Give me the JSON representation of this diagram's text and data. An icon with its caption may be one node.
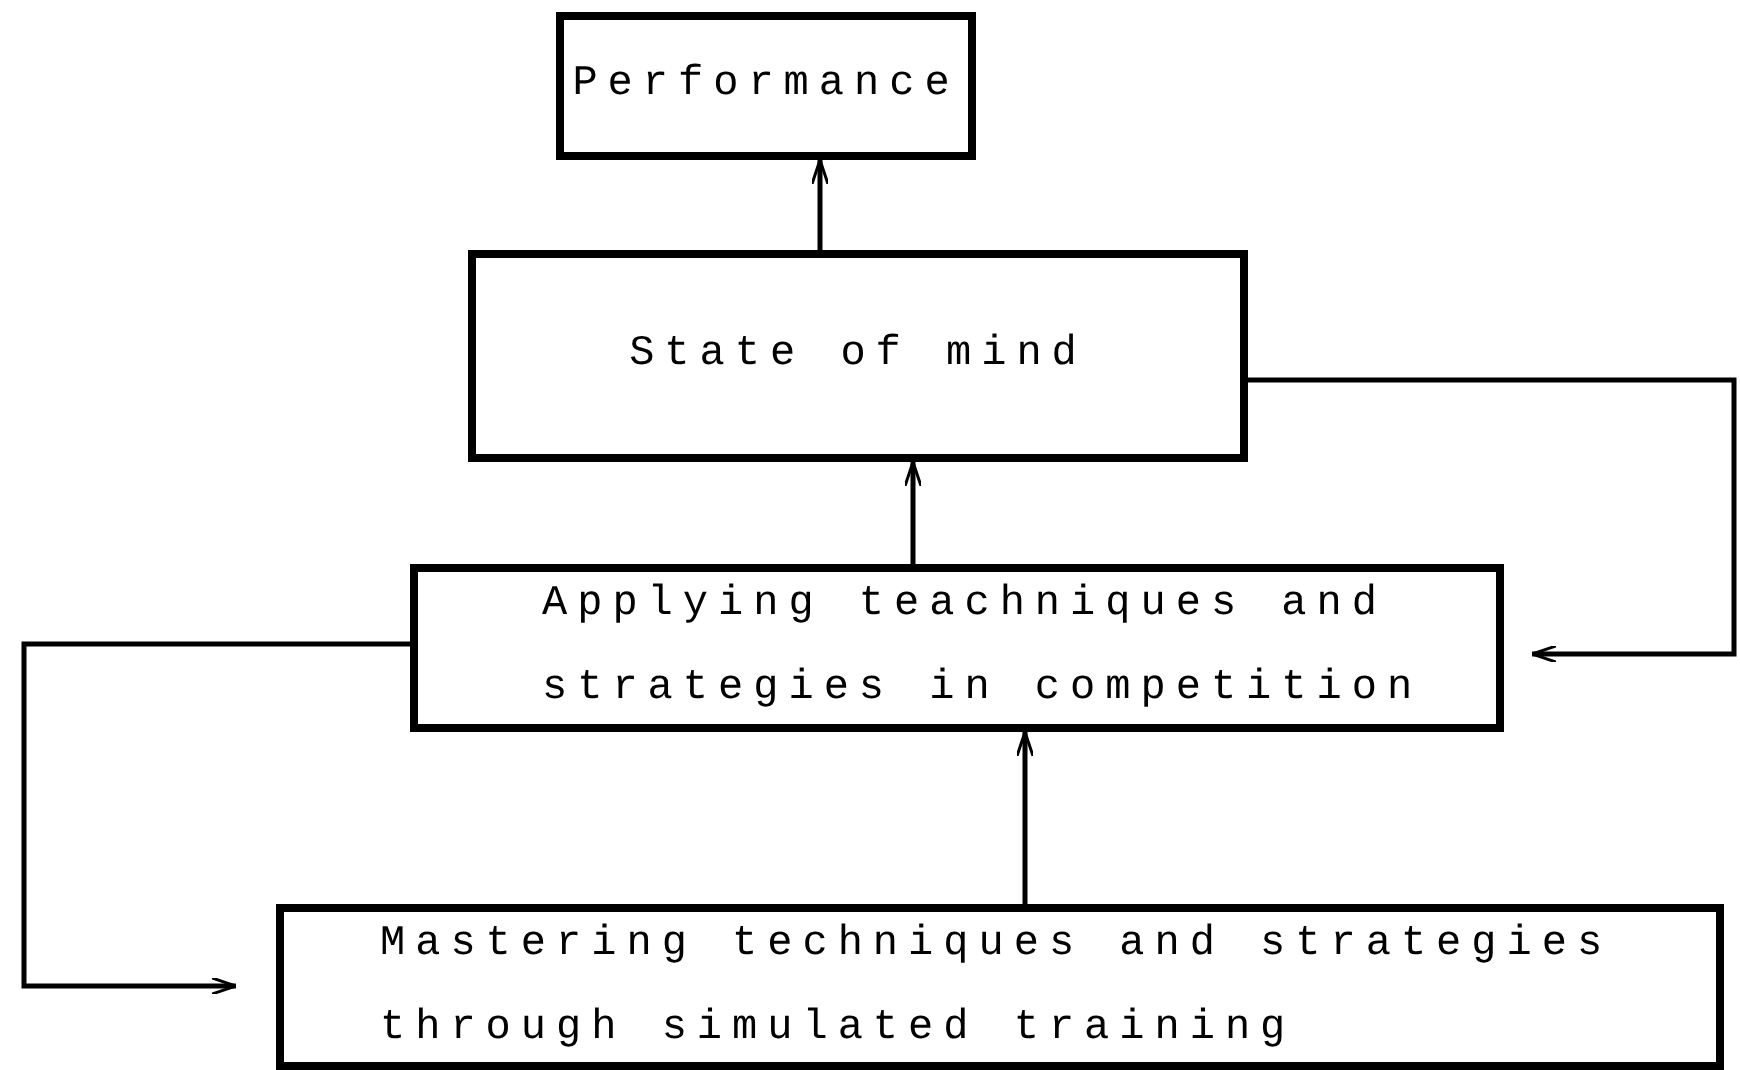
{
  "diagram": {
    "nodes": [
      {
        "text": [
          "Performance"
        ]
      },
      {
        "text": [
          "State of mind"
        ]
      },
      {
        "text": [
          "Applying teachniques and strategies in competition"
        ]
      },
      {
        "text": [
          "Mastering techniques and strategies through simulated training"
        ]
      }
    ],
    "edges": [
      {
        "from": 1,
        "to": 0,
        "arrow": "to"
      },
      {
        "from": 2,
        "to": 1,
        "arrow": "to"
      },
      {
        "from": 3,
        "to": 2,
        "arrow": "to"
      },
      {
        "from": 2,
        "to": 3,
        "arrow": "to"
      },
      {
        "from": 1,
        "to": 2,
        "arrow": "to"
      }
    ]
  }
}
